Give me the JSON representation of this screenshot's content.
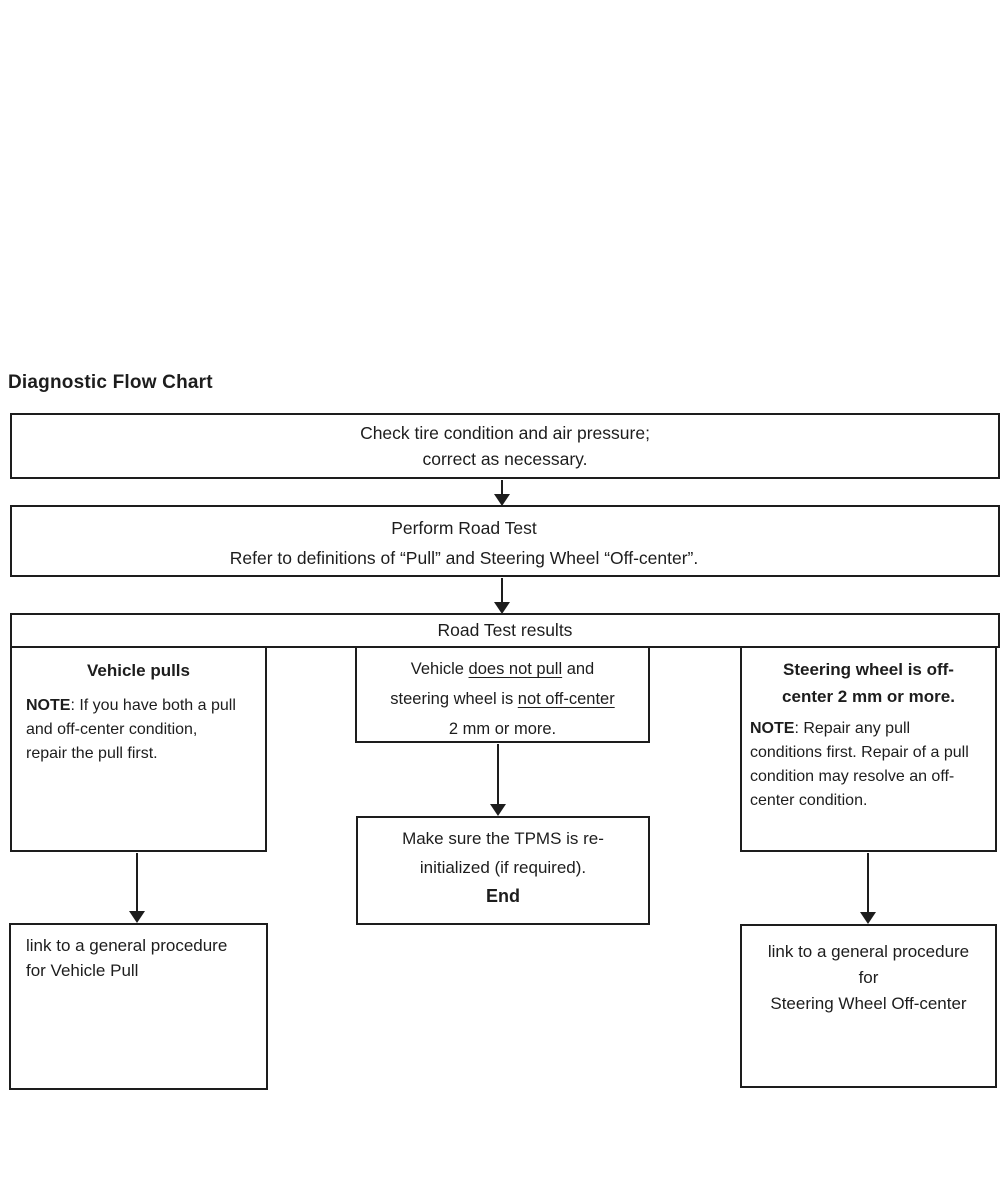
{
  "colors": {
    "ink": "#1d1d1d",
    "background": "#ffffff"
  },
  "title": "Diagnostic Flow Chart",
  "flowchart": {
    "check_tires": {
      "line1": "Check tire condition and air pressure;",
      "line2": "correct as necessary."
    },
    "road_test": {
      "line1": "Perform Road Test",
      "line2": "Refer to definitions of “Pull” and Steering Wheel “Off-center”."
    },
    "results_header": {
      "label": "Road Test results"
    },
    "vehicle_pulls": {
      "heading": "Vehicle pulls",
      "note_label": "NOTE",
      "note_line1": ": If you have both a pull",
      "note_line2": "and off-center condition,",
      "note_line3": "repair the pull first."
    },
    "no_pull": {
      "line1_pre": "Vehicle ",
      "line1_underline": "does not pull",
      "line1_post": " and",
      "line2_pre": "steering wheel is ",
      "line2_underline": "not off-center",
      "line3": "2 mm or more."
    },
    "off_center": {
      "heading_line1": "Steering wheel is off-",
      "heading_line2": "center 2 mm or more.",
      "note_label": "NOTE",
      "note_line1": ": Repair any pull",
      "note_line2": "conditions first. Repair of a pull",
      "note_line3": "condition may resolve an off-",
      "note_line4": "center condition."
    },
    "tpms": {
      "line1": "Make sure the TPMS is re-",
      "line2": "initialized (if required).",
      "end_label": "End"
    },
    "link_vehicle_pull": {
      "line1": "link to a general procedure",
      "line2": "for Vehicle Pull"
    },
    "link_off_center": {
      "line1": "link to a general procedure",
      "line2": "for",
      "line3": "Steering Wheel Off-center"
    }
  }
}
